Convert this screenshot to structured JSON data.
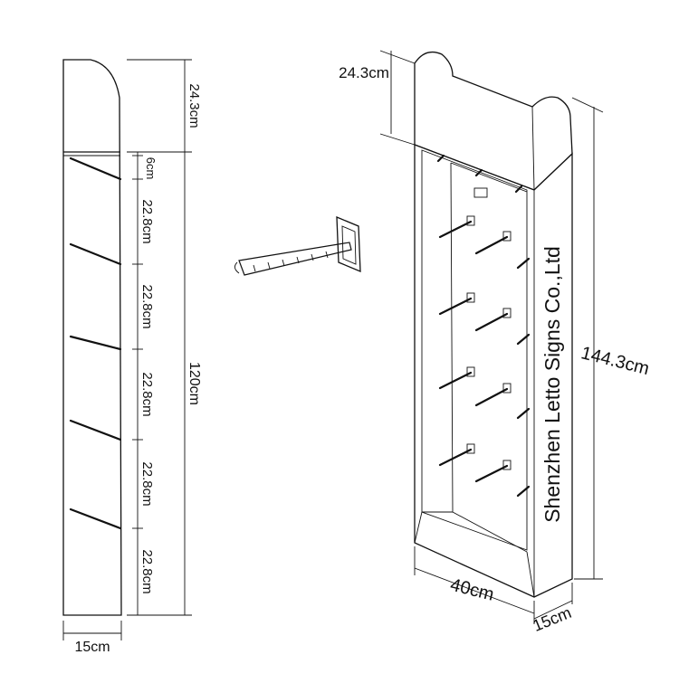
{
  "side_view": {
    "header_height": "24.3cm",
    "top_gap": "6cm",
    "spacings": [
      "22.8cm",
      "22.8cm",
      "22.8cm",
      "22.8cm",
      "22.8cm"
    ],
    "body_height": "120cm",
    "depth": "15cm"
  },
  "front_view": {
    "header_height": "24.3cm",
    "total_height": "144.3cm",
    "width": "40cm",
    "depth": "15cm",
    "brand_text": "Shenzhen Letto Signs Co.,Ltd"
  }
}
